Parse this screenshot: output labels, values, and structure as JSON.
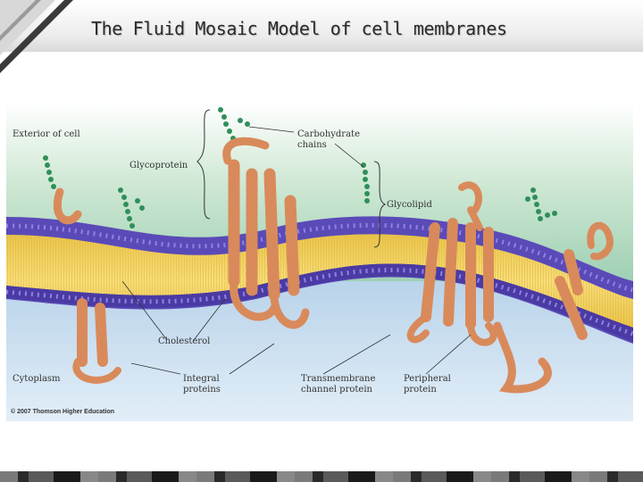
{
  "slide": {
    "title": "The Fluid Mosaic Model of cell membranes"
  },
  "figure": {
    "labels": {
      "exterior": "Exterior of cell",
      "glycoprotein": "Glycoprotein",
      "carbohydrate_1": "Carbohydrate",
      "carbohydrate_2": "chains",
      "glycolipid": "Glycolipid",
      "cholesterol": "Cholesterol",
      "cytoplasm": "Cytoplasm",
      "integral_1": "Integral",
      "integral_2": "proteins",
      "transmembrane_1": "Transmembrane",
      "transmembrane_2": "channel protein",
      "peripheral_1": "Peripheral",
      "peripheral_2": "protein"
    },
    "credit": "© 2007 Thomson Higher Education",
    "colors": {
      "exterior_top": "#b9dcc3",
      "cytoplasm": "#9dc0e2",
      "phospholipid_head": "#4a3aa3",
      "lipid_core": "#f2d35a",
      "protein": "#d98a5b",
      "carbohydrate": "#2f8f5a"
    }
  }
}
